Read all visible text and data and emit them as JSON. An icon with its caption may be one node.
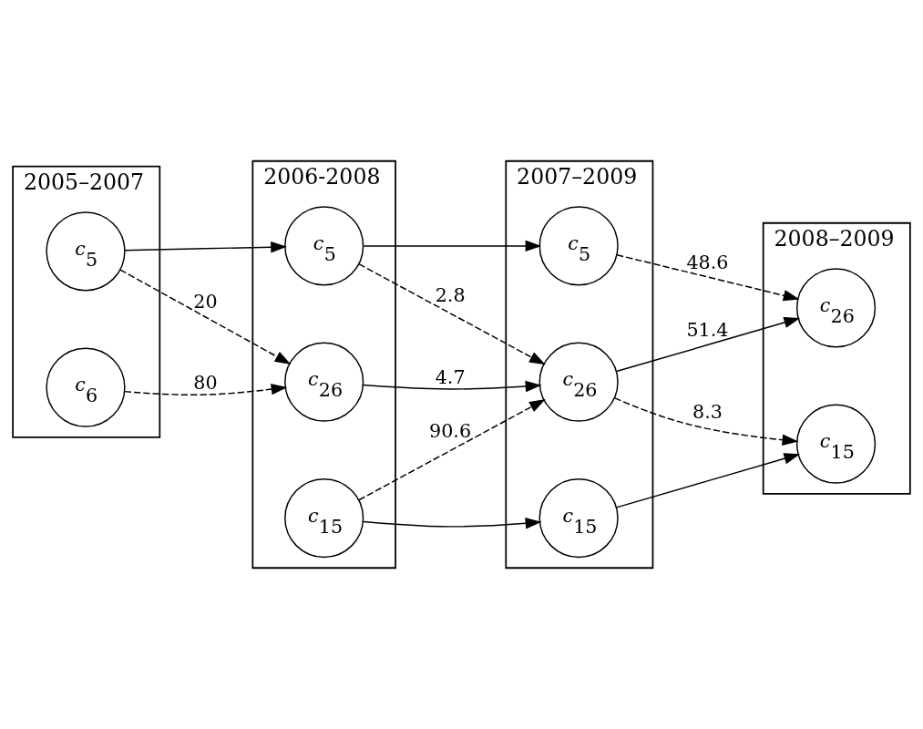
{
  "diagram": {
    "nodes": [
      {
        "text": [
          "2005–2007"
        ]
      },
      {
        "text": [
          "2006-2008"
        ]
      },
      {
        "text": [
          "2007–2009"
        ]
      },
      {
        "text": [
          "2008–2009"
        ]
      },
      {
        "text": [
          "*c*$_{5}$"
        ],
        "in": 0
      },
      {
        "text": [
          "*c*$_{6}$"
        ],
        "in": 0
      },
      {
        "text": [
          "*c*$_{5}$"
        ],
        "in": 1
      },
      {
        "text": [
          "*c*$_{26}$"
        ],
        "in": 1
      },
      {
        "text": [
          "*c*$_{15}$"
        ],
        "in": 1
      },
      {
        "text": [
          "*c*$_{5}$"
        ],
        "in": 2
      },
      {
        "text": [
          "*c*$_{26}$"
        ],
        "in": 2
      },
      {
        "text": [
          "*c*$_{15}$"
        ],
        "in": 2
      },
      {
        "text": [
          "*c*$_{26}$"
        ],
        "in": 3
      },
      {
        "text": [
          "*c*$_{15}$"
        ],
        "in": 3
      }
    ],
    "edges": [
      {
        "from": 4,
        "to": 6,
        "arrow": "to"
      },
      {
        "from": 6,
        "to": 9,
        "arrow": "to"
      },
      {
        "from": 4,
        "to": 7,
        "arrow": "to",
        "style": "dashed",
        "label": "20"
      },
      {
        "from": 5,
        "to": 7,
        "arrow": "to",
        "style": "dashed",
        "label": "80"
      },
      {
        "from": 6,
        "to": 10,
        "arrow": "to",
        "style": "dashed",
        "label": "2.8"
      },
      {
        "from": 9,
        "to": 12,
        "arrow": "to",
        "style": "dashed",
        "label": "48.6"
      },
      {
        "from": 7,
        "to": 10,
        "arrow": "to",
        "label": "4.7"
      },
      {
        "from": 10,
        "to": 12,
        "arrow": "to",
        "label": "51.4"
      },
      {
        "from": 8,
        "to": 10,
        "arrow": "to",
        "style": "dashed",
        "label": "90.6"
      },
      {
        "from": 10,
        "to": 13,
        "arrow": "to",
        "style": "dashed",
        "label": "8.3"
      },
      {
        "from": 8,
        "to": 11,
        "arrow": "to"
      },
      {
        "from": 11,
        "to": 13,
        "arrow": "to"
      }
    ]
  }
}
